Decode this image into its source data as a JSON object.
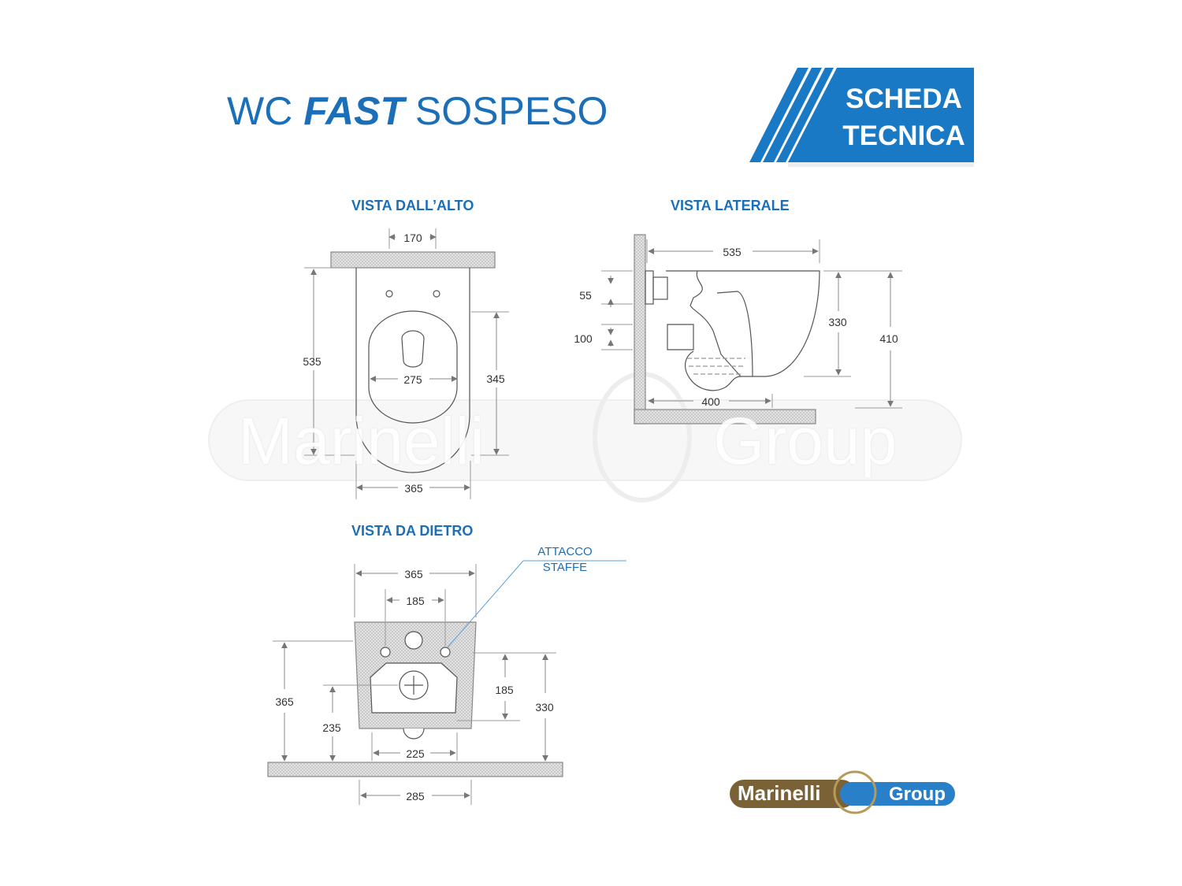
{
  "header": {
    "title_prefix": "WC",
    "title_bold": "FAST",
    "title_suffix": "SOSPESO",
    "badge_line1": "SCHEDA",
    "badge_line2": "TECNICA"
  },
  "colors": {
    "brand_blue": "#1b6fb8",
    "badge_blue": "#1a79c5",
    "hatch": "#c8c8c8",
    "line": "#555555"
  },
  "views": {
    "top": {
      "title": "VISTA DALL’ALTO",
      "dims": {
        "d170": "170",
        "d535": "535",
        "d275": "275",
        "d345": "345",
        "d365": "365"
      }
    },
    "side": {
      "title": "VISTA LATERALE",
      "dims": {
        "d535": "535",
        "d55": "55",
        "d100": "100",
        "d330": "330",
        "d410": "410",
        "d400": "400"
      }
    },
    "back": {
      "title": "VISTA DA DIETRO",
      "callout_line1": "ATTACCO",
      "callout_line2": "STAFFE",
      "dims": {
        "d365top": "365",
        "d185top": "185",
        "d365left": "365",
        "d235": "235",
        "d185right": "185",
        "d330": "330",
        "d225": "225",
        "d285": "285"
      }
    }
  },
  "watermark": {
    "left": "Marinelli",
    "right": "Group"
  },
  "logo": {
    "left": "Marinelli",
    "right": "Group"
  }
}
